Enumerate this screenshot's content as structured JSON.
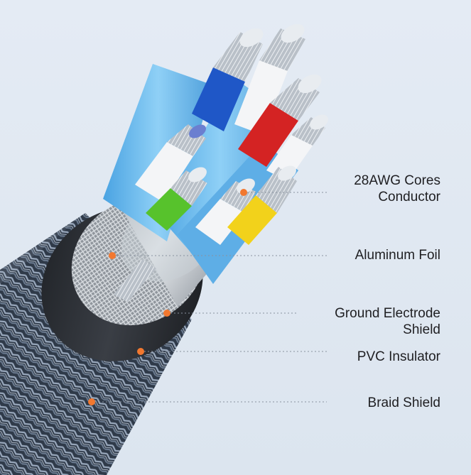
{
  "layers": {
    "cores": {
      "label": "28AWG Cores\nConductor"
    },
    "foil": {
      "label": "Aluminum Foil"
    },
    "ground": {
      "label": "Ground Electrode\nShield"
    },
    "pvc": {
      "label": "PVC Insulator"
    },
    "braid": {
      "label": "Braid Shield"
    }
  },
  "colors": {
    "background": "#e2e9f2",
    "marker": "#f2782f",
    "leader": "#8a93a0",
    "jacket_blue": "#68b6ea",
    "wire_blue": "#1f57c7",
    "wire_red": "#d42323",
    "wire_green": "#57c22c",
    "wire_yellow": "#f2d21b",
    "wire_white": "#f4f5f7",
    "copper_strand": "#c7cdd3",
    "braid_jacket": "#3b4656",
    "pvc_ring": "#25282d"
  }
}
